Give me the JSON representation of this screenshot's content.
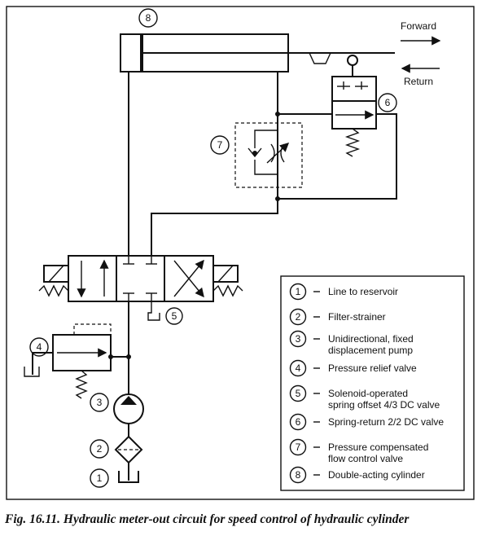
{
  "labels": {
    "forward": "Forward",
    "return": "Return"
  },
  "callouts": {
    "c1": "1",
    "c2": "2",
    "c3": "3",
    "c4": "4",
    "c5": "5",
    "c6": "6",
    "c7": "7",
    "c8": "8"
  },
  "legend": [
    {
      "num": "1",
      "text": [
        "Line to reservoir"
      ]
    },
    {
      "num": "2",
      "text": [
        "Filter-strainer"
      ]
    },
    {
      "num": "3",
      "text": [
        "Unidirectional, fixed",
        "displacement pump"
      ]
    },
    {
      "num": "4",
      "text": [
        "Pressure relief valve"
      ]
    },
    {
      "num": "5",
      "text": [
        "Solenoid-operated",
        "spring offset 4/3 DC valve"
      ]
    },
    {
      "num": "6",
      "text": [
        "Spring-return 2/2 DC valve"
      ]
    },
    {
      "num": "7",
      "text": [
        "Pressure compensated",
        "flow control valve"
      ]
    },
    {
      "num": "8",
      "text": [
        "Double-acting cylinder"
      ]
    }
  ],
  "caption": "Fig. 16.11. Hydraulic meter-out circuit for speed control of hydraulic cylinder"
}
